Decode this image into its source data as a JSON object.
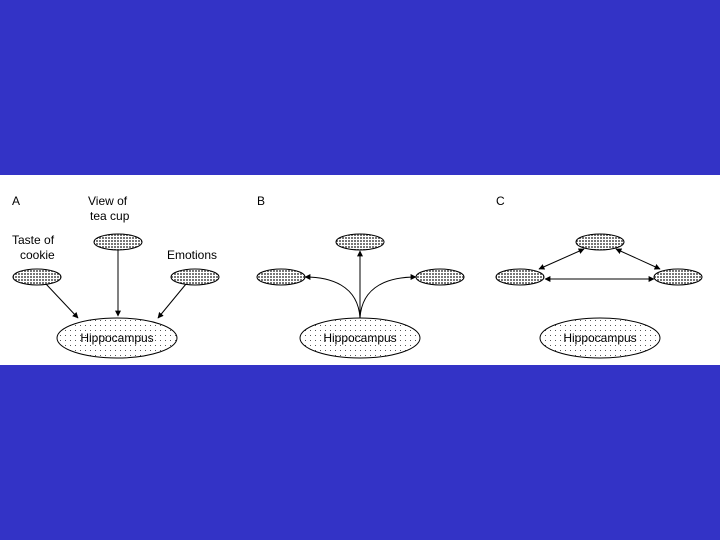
{
  "colors": {
    "background": "#3333c6",
    "panel": "#ffffff"
  },
  "panels": {
    "a": {
      "label": "A",
      "view_line1": "View of",
      "view_line2": "tea cup",
      "taste_line1": "Taste of",
      "taste_line2": "cookie",
      "emotions": "Emotions",
      "hippocampus": "Hippocampus"
    },
    "b": {
      "label": "B",
      "hippocampus": "Hippocampus"
    },
    "c": {
      "label": "C",
      "hippocampus": "Hippocampus"
    }
  }
}
